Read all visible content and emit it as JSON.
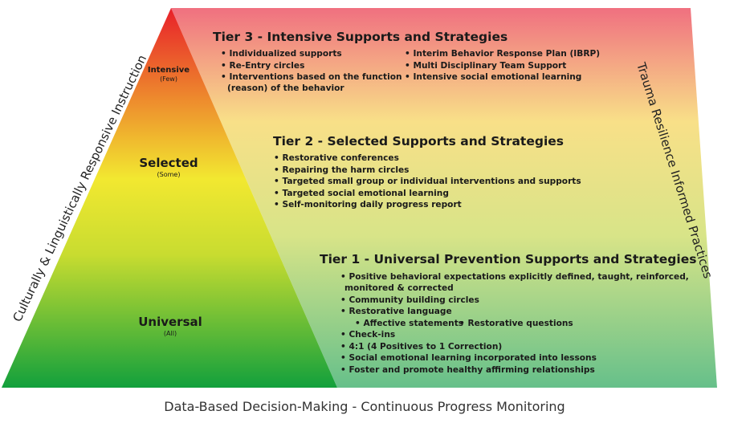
{
  "side_left": "Culturally & Linguistically Responsive Instruction",
  "side_right": "Trauma Resilience Informed Practices",
  "footer": "Data-Based Decision-Making - Continuous Progress Monitoring",
  "levels": [
    {
      "label": "Intensive",
      "sub": "(Few)"
    },
    {
      "label": "Selected",
      "sub": "(Some)"
    },
    {
      "label": "Universal",
      "sub": "(All)"
    }
  ],
  "tier3": {
    "title": "Tier 3 - Intensive Supports and Strategies",
    "col1": [
      "• Individualized supports",
      "• Re-Entry circles",
      "• Interventions based on the function",
      "(reason) of the behavior"
    ],
    "col2": [
      "• Interim Behavior Response Plan (IBRP)",
      "• Multi Disciplinary Team Support",
      "• Intensive social emotional learning"
    ]
  },
  "tier2": {
    "title": "Tier 2 - Selected Supports and Strategies",
    "items": [
      "• Restorative conferences",
      "• Repairing the harm circles",
      "• Targeted small group or individual interventions and supports",
      "• Targeted social emotional learning",
      "• Self-monitoring daily progress report"
    ]
  },
  "tier1": {
    "title": "Tier 1 - Universal Prevention Supports and Strategies",
    "items": [
      "• Positive behavioral expectations explicitly defined, taught, reinforced,",
      "monitored & corrected",
      "• Community building circles",
      "• Restorative language",
      "• Affective statements",
      "• Restorative questions",
      "• Check-ins",
      "• 4:1 (4 Positives to 1 Correction)",
      "• Social emotional learning incorporated into lessons",
      "• Foster and promote healthy affirming relationships"
    ]
  },
  "colors": {
    "tri_top": "#e8202a",
    "tri_mid": "#f2e830",
    "tri_bot": "#12a03c",
    "trap_top": "#f07080",
    "trap_mid": "#f5e890",
    "trap_bot": "#66c08a"
  }
}
